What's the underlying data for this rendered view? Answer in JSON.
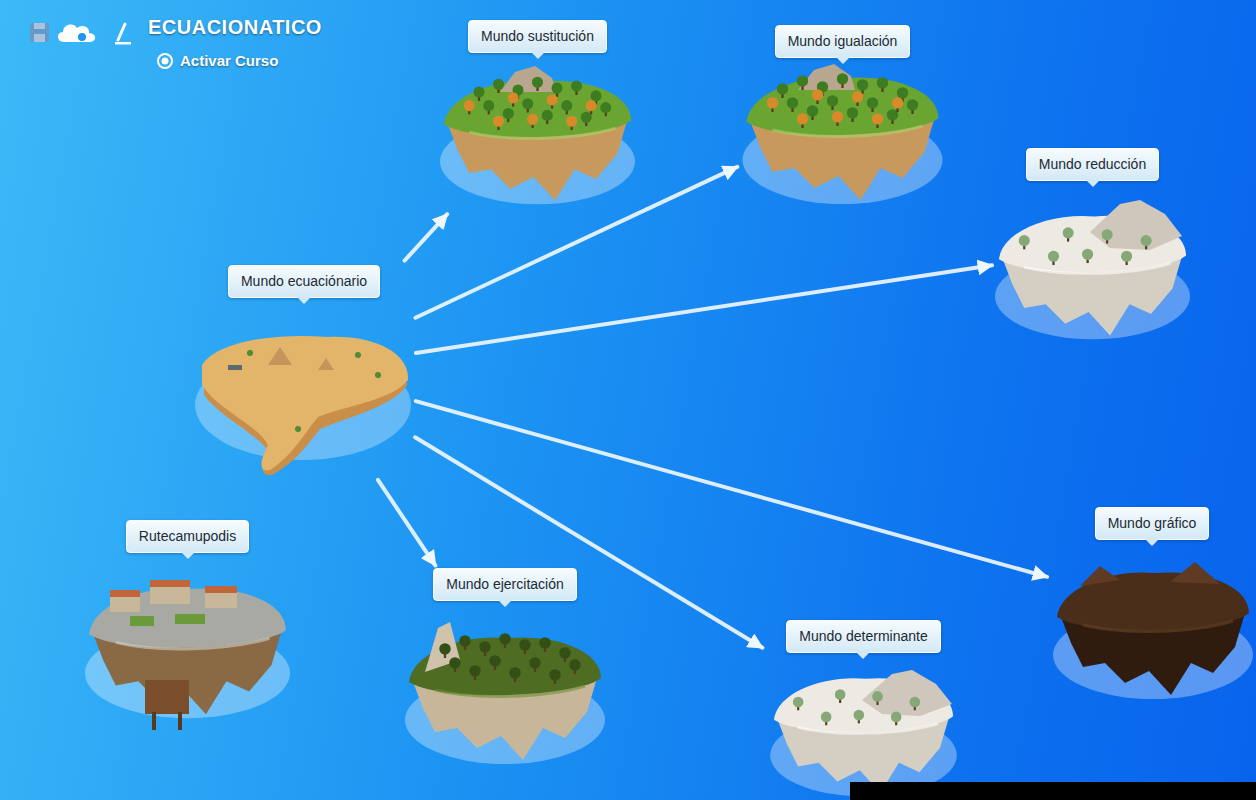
{
  "diagram": {
    "title": "ECUACIONATICO",
    "nodes": [
      {
        "text": [
          "Mundo sustitución"
        ]
      },
      {
        "text": [
          "Mundo igualación"
        ]
      },
      {
        "text": [
          "Mundo reducción"
        ]
      },
      {
        "text": [
          "Mundo ecuaciónario"
        ]
      },
      {
        "text": [
          "Rutecamupodis"
        ]
      },
      {
        "text": [
          "Mundo ejercitación"
        ]
      },
      {
        "text": [
          "Mundo determinante"
        ]
      },
      {
        "text": [
          "Mundo gráfico"
        ]
      }
    ],
    "edges": [
      {
        "from": 3,
        "to": 0,
        "arrow": "to"
      },
      {
        "from": 3,
        "to": 1,
        "arrow": "to"
      },
      {
        "from": 3,
        "to": 2,
        "arrow": "to"
      },
      {
        "from": 3,
        "to": 7,
        "arrow": "to"
      },
      {
        "from": 3,
        "to": 6,
        "arrow": "to"
      },
      {
        "from": 3,
        "to": 5,
        "arrow": "to"
      }
    ],
    "labels": [
      "Activar Curso"
    ]
  }
}
